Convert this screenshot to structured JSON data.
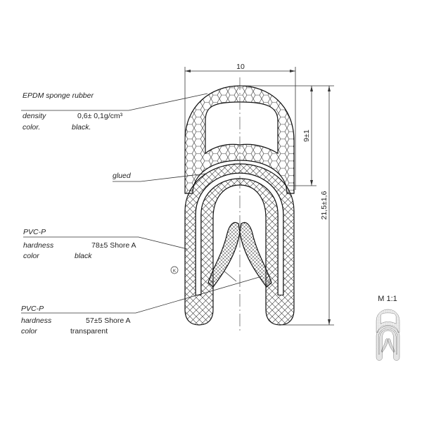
{
  "labels": {
    "epdm": {
      "title": "EPDM sponge rubber",
      "density_label": "density",
      "density_value": "0,6± 0,1g/cm³",
      "color_label": "color.",
      "color_value": "black."
    },
    "glued": "glued",
    "pvc_black": {
      "title": "PVC-P",
      "hardness_label": "hardness",
      "hardness_value": "78±5 Shore A",
      "color_label": "color",
      "color_value": "black"
    },
    "pvc_transparent": {
      "title": "PVC-P",
      "hardness_label": "hardness",
      "hardness_value": "57±5 Shore A",
      "color_label": "color",
      "color_value": "transparent"
    },
    "k_marker": "K"
  },
  "dimensions": {
    "width": "10",
    "bulb_height": "9±1",
    "total_height": "21,5±1,6"
  },
  "scale": "M 1:1",
  "colors": {
    "line": "#111111",
    "background": "#ffffff"
  }
}
